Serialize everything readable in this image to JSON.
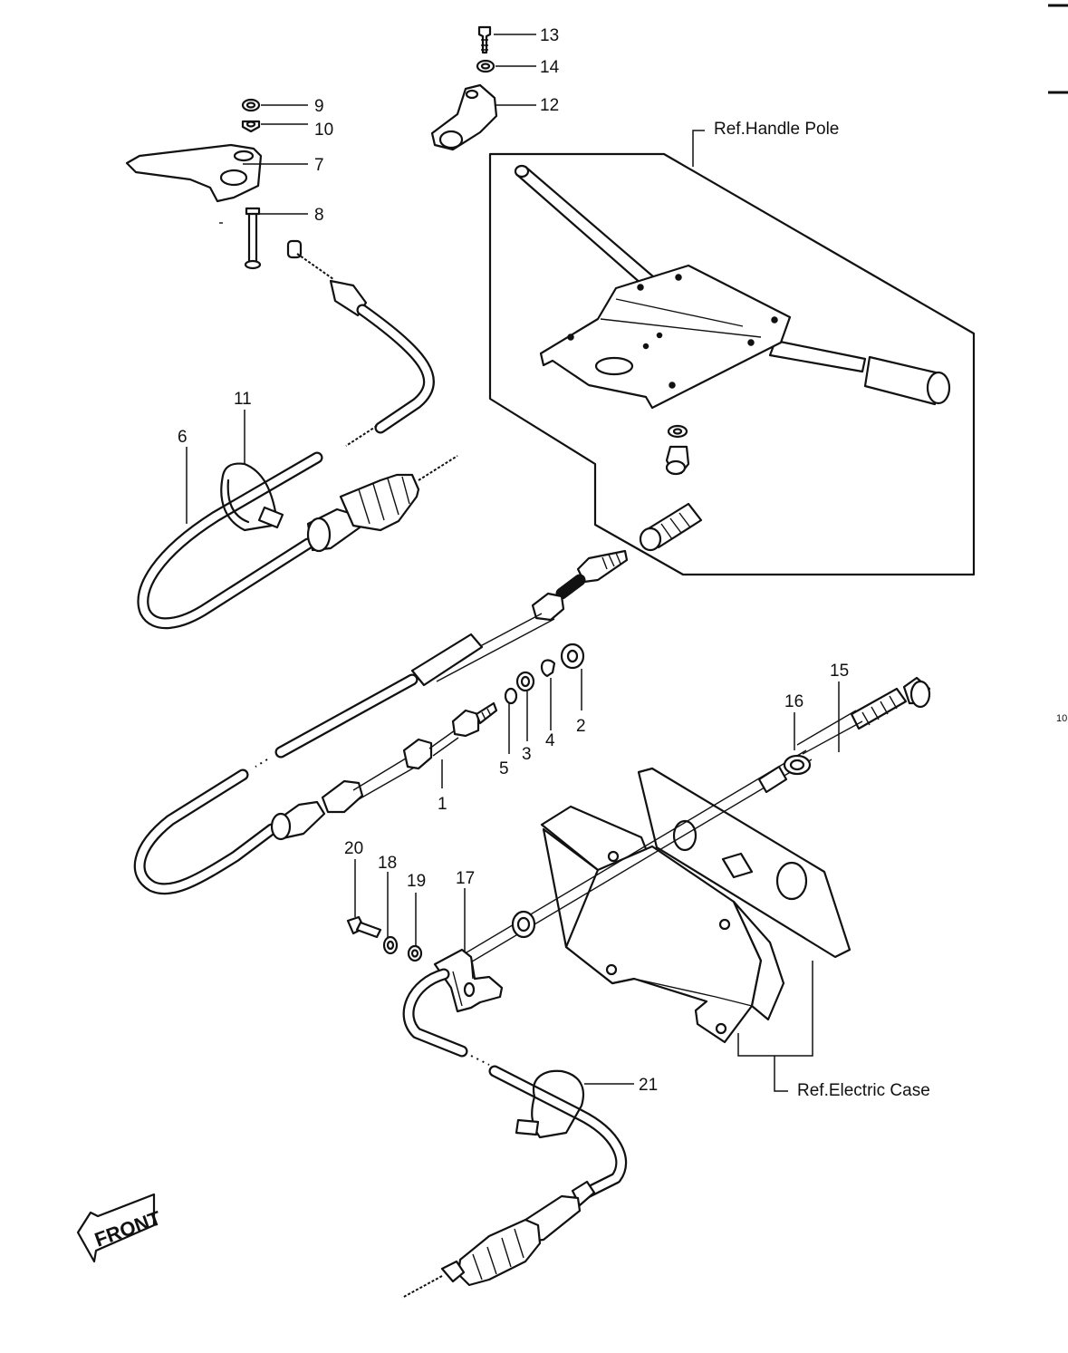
{
  "references": {
    "handle_pole": "Ref.Handle Pole",
    "electric_case": "Ref.Electric Case"
  },
  "direction_arrow": "FRONT",
  "edge_marks": {
    "side_note": "10"
  },
  "callouts": {
    "p1": "1",
    "p2": "2",
    "p3": "3",
    "p4": "4",
    "p5": "5",
    "p6": "6",
    "p7": "7",
    "p8": "8",
    "p9": "9",
    "p10": "10",
    "p11": "11",
    "p12": "12",
    "p13": "13",
    "p14": "14",
    "p15": "15",
    "p16": "16",
    "p17": "17",
    "p18": "18",
    "p19": "19",
    "p20": "20",
    "p21": "21"
  }
}
